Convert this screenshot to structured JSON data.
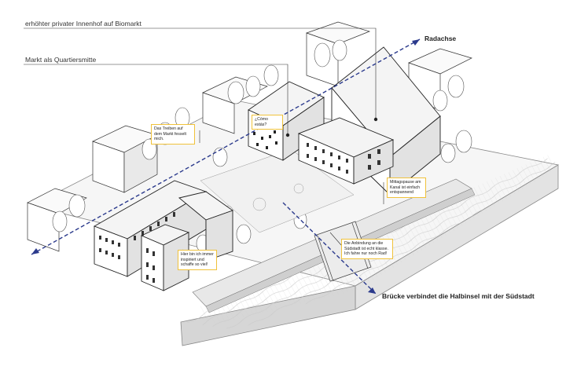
{
  "callouts": {
    "innenhof": "erhöhter privater Innenhof auf Biomarkt",
    "markt": "Markt als Quartiersmitte"
  },
  "axes": {
    "radachse": "Radachse",
    "bruecke": "Brücke verbindet die Halbinsel mit der Südstadt"
  },
  "bubbles": {
    "como": "¿Cómo estás?",
    "treiben": "Das Treiben auf dem Markt fesselt mich.",
    "mittag": "Mittagspause am Kanal ist einfach entspannend",
    "immer": "Hier bin ich immer inspiriert und schaffe so viel!",
    "anbindung": "Die Anbindung an die Südstadt ist echt klasse. Ich fahre nur noch Rad!"
  },
  "colors": {
    "accent_line": "#2b3a8c",
    "bubble_border": "#f0c23b",
    "line": "#222222",
    "roof": "#f4f4f4",
    "wall": "#ffffff",
    "shade": "#d9d9d9",
    "water": "#f2f2f2"
  }
}
